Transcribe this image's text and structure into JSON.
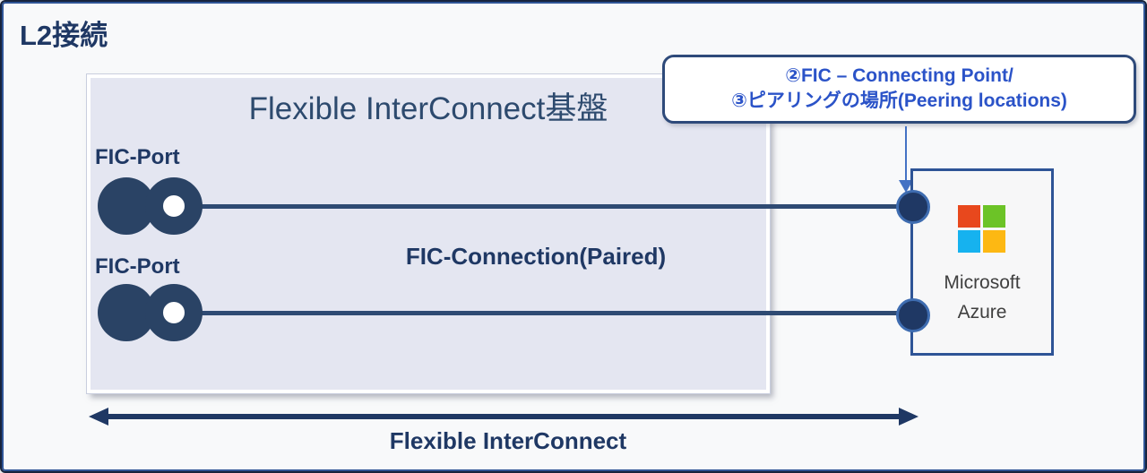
{
  "page": {
    "title": "L2接続",
    "background": "#f8f9fa",
    "border_color": "#2e5496"
  },
  "platform": {
    "title": "Flexible InterConnect基盤",
    "fill": "#e4e6f1"
  },
  "ports": [
    {
      "label": "FIC-Port"
    },
    {
      "label": "FIC-Port"
    }
  ],
  "connection": {
    "label": "FIC-Connection(Paired)"
  },
  "callout": {
    "line1": "②FIC – Connecting Point/",
    "line2": "③ピアリングの場所(Peering locations)",
    "text_color": "#2b53c8",
    "border_color": "#2e4a7a"
  },
  "azure": {
    "label_line1": "Microsoft",
    "label_line2": "Azure",
    "logo_colors": {
      "top_left": "#e8481d",
      "top_right": "#6cc327",
      "bottom_left": "#16b2ef",
      "bottom_right": "#fdb813"
    }
  },
  "bottom": {
    "label": "Flexible InterConnect"
  },
  "colors": {
    "navy": "#1f3864",
    "connection_line": "#2e4a73",
    "node_fill": "#1f3864",
    "node_border": "#3e6cb0",
    "callout_arrow": "#4472c4"
  }
}
